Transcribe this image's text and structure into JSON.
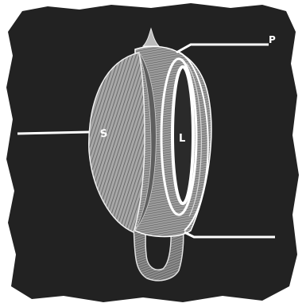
{
  "labels": {
    "stroma": "S",
    "lens": "L",
    "pointer": "P"
  },
  "colors": {
    "background": "#222222",
    "paper": "#ffffff",
    "tissue": "#9a9a9a",
    "tissue_dark": "#6e6e6e",
    "line": "#ffffff"
  }
}
